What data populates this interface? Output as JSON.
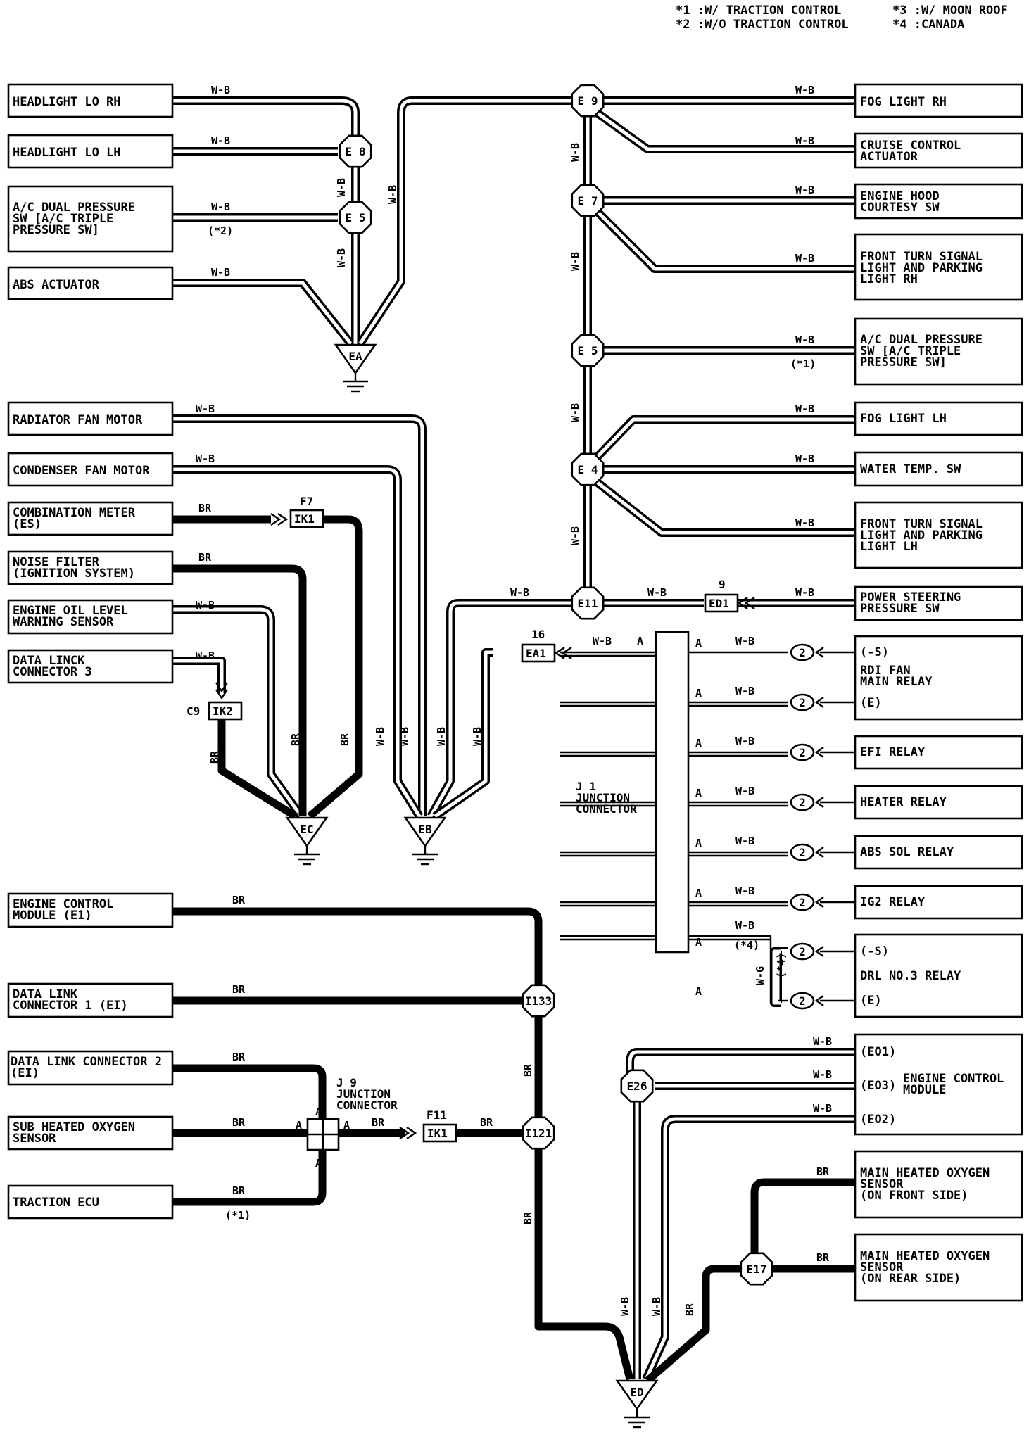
{
  "legend": [
    "*1 :W/ TRACTION CONTROL",
    "*2 :W/O TRACTION CONTROL",
    "*3 :W/ MOON ROOF",
    "*4 :CANADA"
  ],
  "components": {
    "headlight_lo_rh": [
      "HEADLIGHT LO RH"
    ],
    "headlight_lo_lh": [
      "HEADLIGHT LO LH"
    ],
    "ac_dual_left": [
      "A/C DUAL PRESSURE",
      "SW [A/C TRIPLE",
      "PRESSURE SW]"
    ],
    "abs_actuator": [
      "ABS ACTUATOR"
    ],
    "radiator_fan": [
      "RADIATOR FAN MOTOR"
    ],
    "condenser_fan": [
      "CONDENSER FAN MOTOR"
    ],
    "combination_meter": [
      "COMBINATION METER",
      "(ES)"
    ],
    "noise_filter": [
      "NOISE FILTER",
      "(IGNITION SYSTEM)"
    ],
    "engine_oil": [
      "ENGINE OIL LEVEL",
      "WARNING SENSOR"
    ],
    "data_link_3": [
      "DATA LINCK",
      "CONNECTOR 3"
    ],
    "ecm_e1": [
      "ENGINE CONTROL",
      "MODULE (E1)"
    ],
    "data_link_1": [
      "DATA LINK",
      "CONNECTOR 1 (EI)"
    ],
    "data_link_2": [
      "DATA LINK CONNECTOR 2",
      "(EI)"
    ],
    "sub_heated_o2": [
      "SUB HEATED OXYGEN",
      "SENSOR"
    ],
    "traction_ecu": [
      "TRACTION ECU"
    ],
    "fog_rh": [
      "FOG LIGHT RH"
    ],
    "cruise": [
      "CRUISE CONTROL",
      "ACTUATOR"
    ],
    "hood_sw": [
      "ENGINE HOOD",
      "COURTESY SW"
    ],
    "turn_rh": [
      "FRONT TURN SIGNAL",
      "LIGHT AND PARKING",
      "LIGHT RH"
    ],
    "ac_dual_right": [
      "A/C DUAL PRESSURE",
      "SW [A/C TRIPLE",
      "PRESSURE SW]"
    ],
    "fog_lh": [
      "FOG LIGHT LH"
    ],
    "water_temp": [
      "WATER TEMP. SW"
    ],
    "turn_lh": [
      "FRONT TURN SIGNAL",
      "LIGHT AND PARKING",
      "LIGHT LH"
    ],
    "ps_sw": [
      "POWER STEERING",
      "PRESSURE SW"
    ],
    "rdi_fan": [
      "(-S)",
      "RDI FAN",
      "MAIN RELAY",
      "(E)"
    ],
    "efi_relay": [
      "EFI RELAY"
    ],
    "heater_relay": [
      "HEATER RELAY"
    ],
    "abs_sol": [
      "ABS SOL RELAY"
    ],
    "ig2_relay": [
      "IG2 RELAY"
    ],
    "drl_relay": [
      "(-S)",
      "DRL NO.3 RELAY",
      "(E)"
    ],
    "ecm_right": [
      "(EO1)",
      "(EO3)",
      "ENGINE CONTROL",
      "MODULE",
      "(EO2)"
    ],
    "main_o2_front": [
      "MAIN HEATED OXYGEN",
      "SENSOR",
      "(ON FRONT SIDE)"
    ],
    "main_o2_rear": [
      "MAIN HEATED OXYGEN",
      "SENSOR",
      "(ON REAR SIDE)"
    ]
  },
  "junctions": {
    "j1": [
      "J 1",
      "JUNCTION",
      "CONNECTOR"
    ],
    "j9": [
      "J 9",
      "JUNCTION",
      "CONNECTOR"
    ]
  },
  "nodes": {
    "e9": "E 9",
    "e8": "E 8",
    "e5l": "E 5",
    "e7": "E 7",
    "e5r": "E 5",
    "e4": "E 4",
    "e11": "E11",
    "i133": "I133",
    "i121": "I121",
    "e26": "E26",
    "e17": "E17"
  },
  "grounds": {
    "ea": "EA",
    "ec": "EC",
    "eb": "EB",
    "ed": "ED"
  },
  "connectors": {
    "ik1a": "IK1",
    "ik1a_pin": "F7",
    "ik2": "IK2",
    "ik2_pin": "C9",
    "ed1": "ED1",
    "ed1_pin": "9",
    "ea1": "EA1",
    "ea1_pin": "16",
    "ik1b": "IK1",
    "ik1b_pin": "F11"
  },
  "wire_colors": {
    "wb": "W-B",
    "br": "BR",
    "wg": "W-G"
  },
  "notes": {
    "n1": "(*1)",
    "n2": "(*2)",
    "n4": "(*4)"
  },
  "pin_a": "A",
  "pin_2": "2"
}
